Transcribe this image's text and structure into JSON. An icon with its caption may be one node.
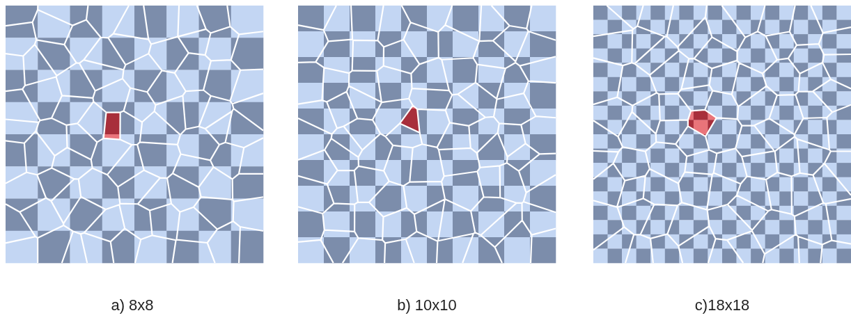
{
  "diagram": {
    "labels": [
      "a) 8x8",
      "b) 10x10",
      "c)18x18"
    ]
  }
}
